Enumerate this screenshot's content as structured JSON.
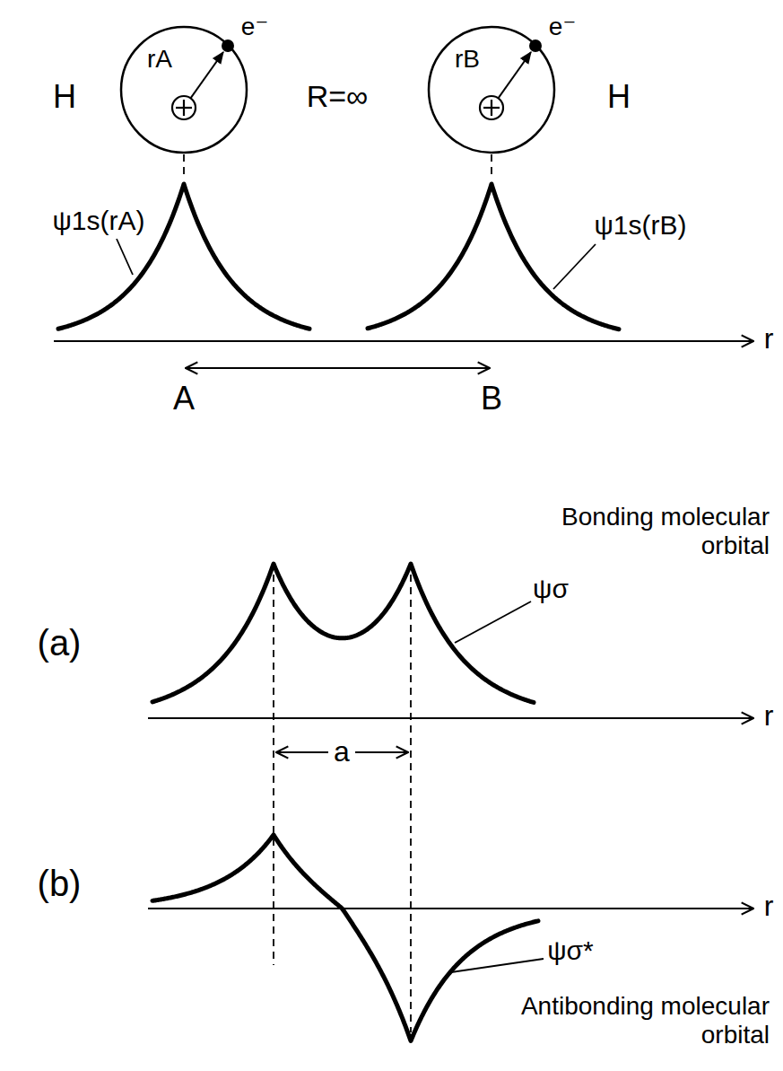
{
  "diagram": {
    "labels": [
      "H",
      "rA",
      "e⁻",
      "R=∞",
      "rB",
      "e⁻",
      "H",
      "ψ1s(rA)",
      "ψ1s(rB)",
      "r",
      "A",
      "B",
      "(a)",
      "Bonding molecular orbital",
      "ψσ",
      "a",
      "r",
      "(b)",
      "ψσ*",
      "Antibonding molecular orbital",
      "r"
    ]
  }
}
